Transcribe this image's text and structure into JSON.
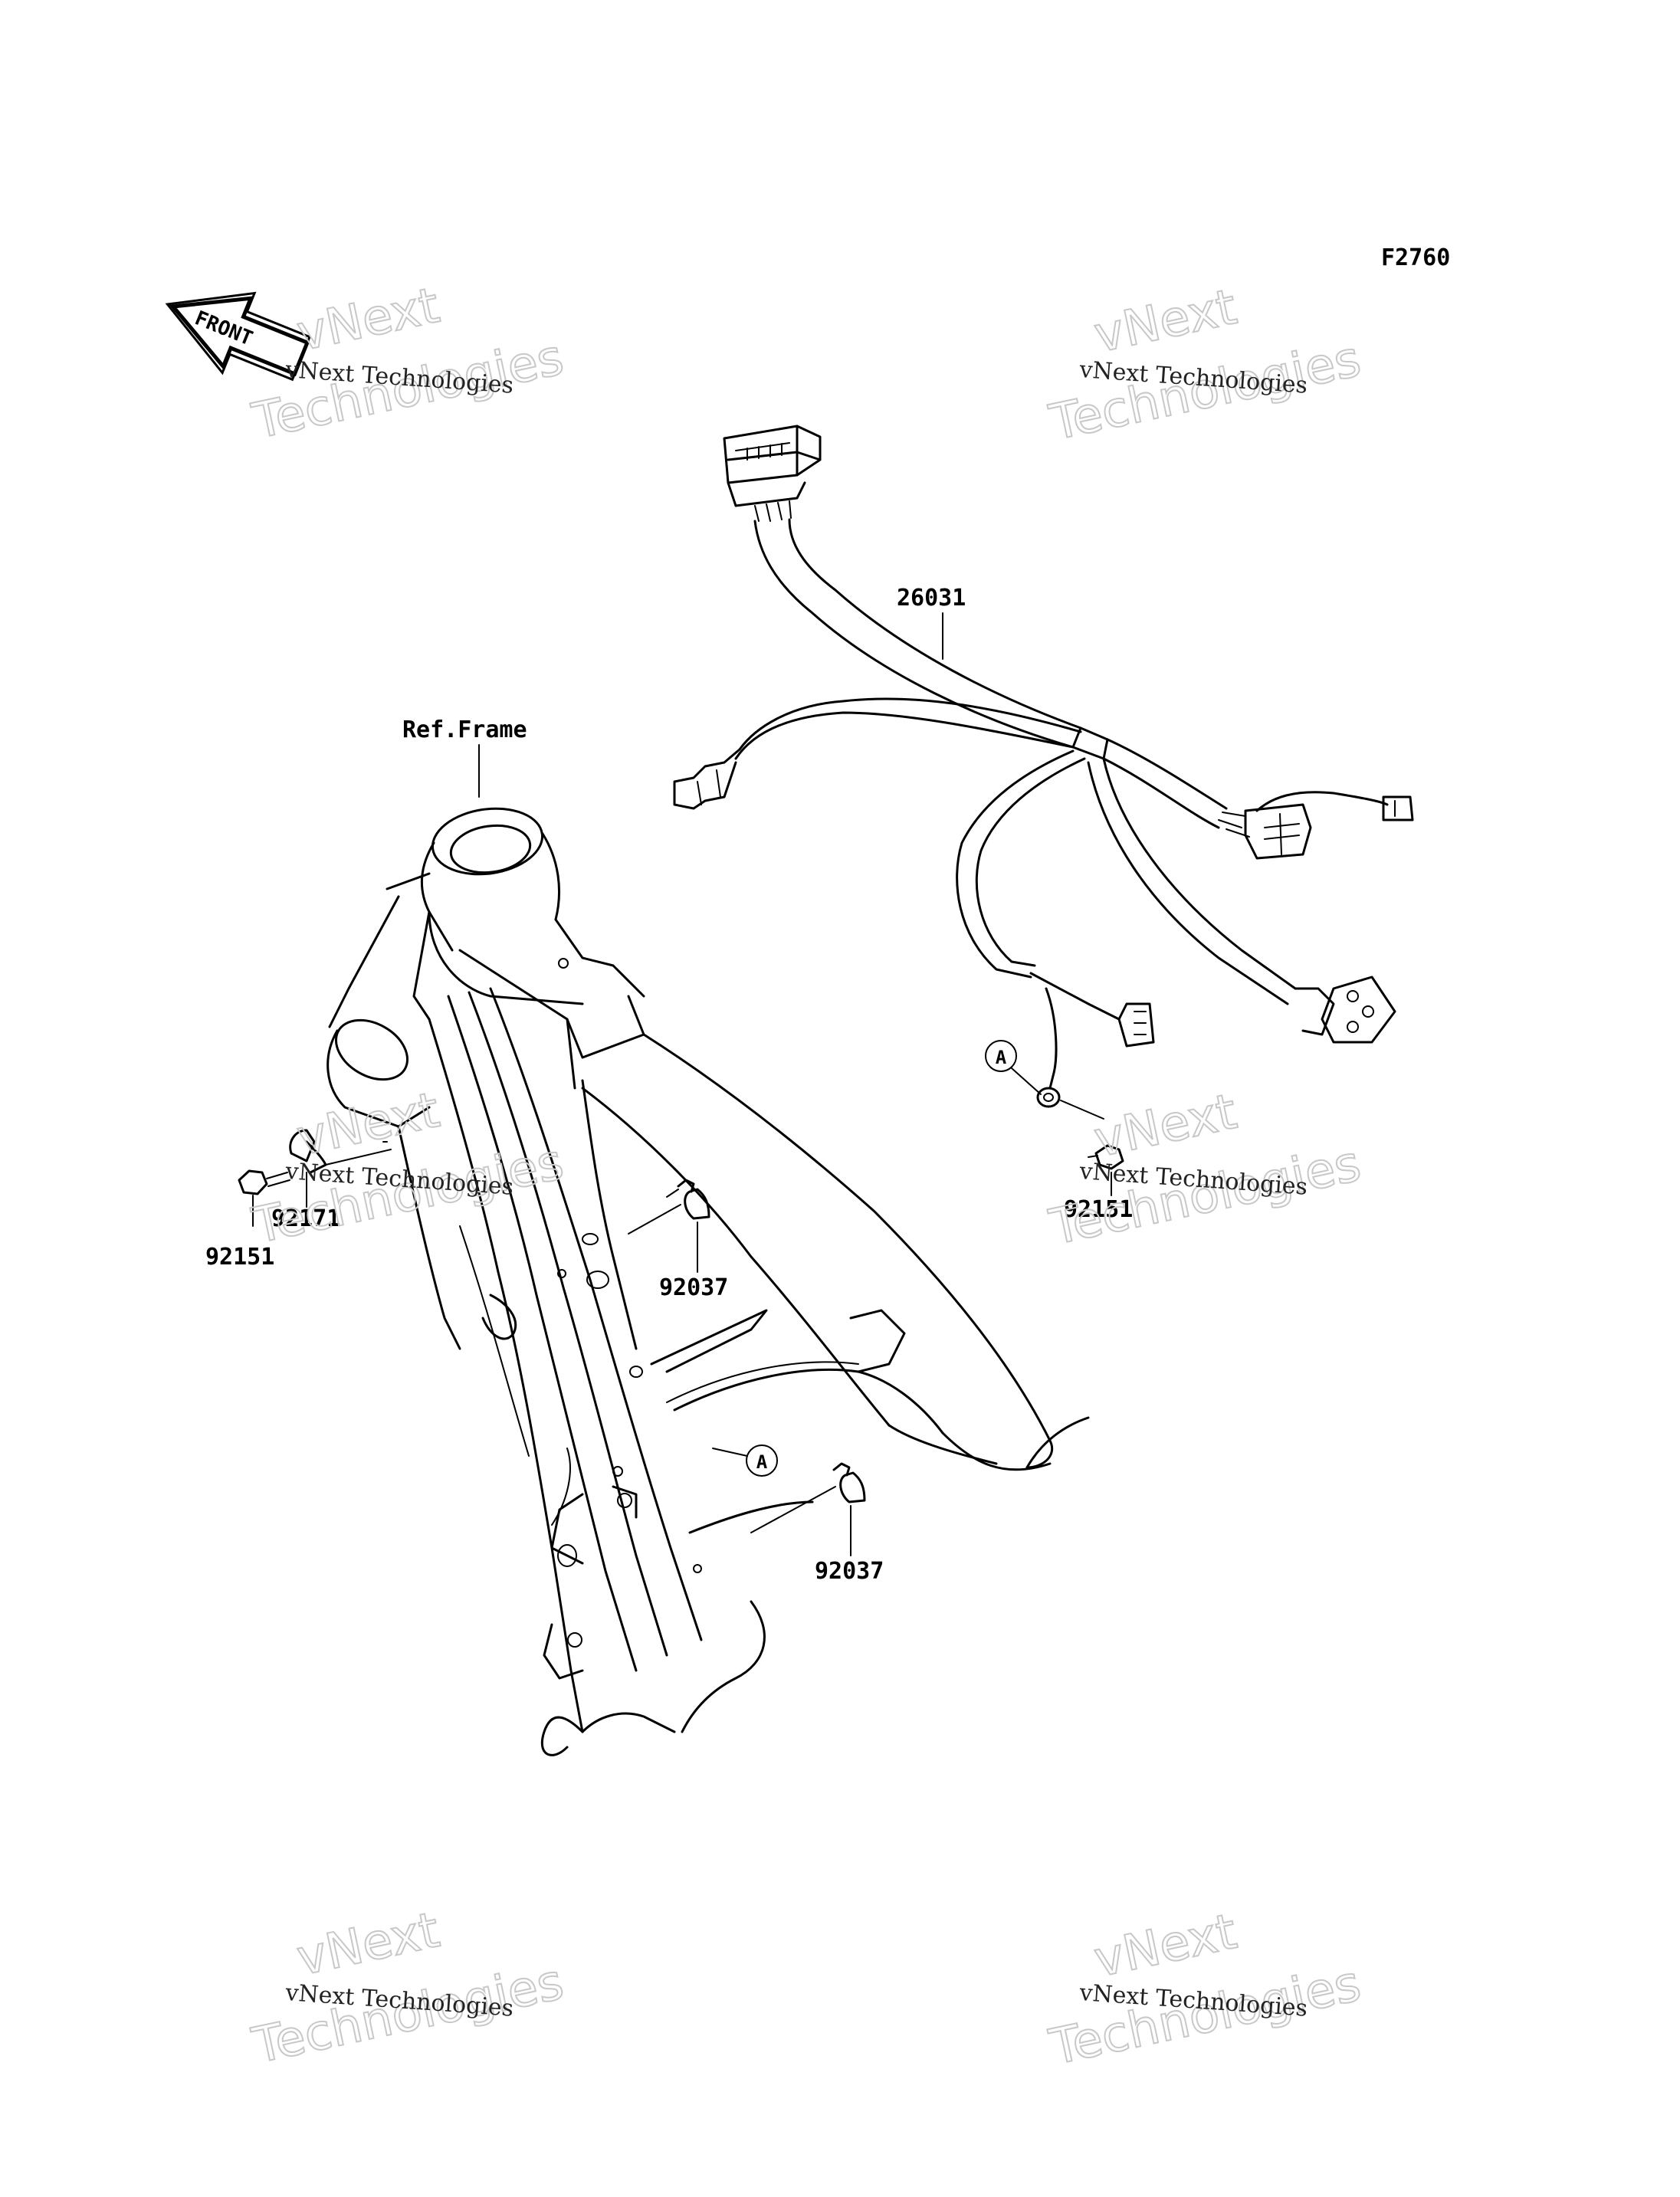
{
  "figure_code": "F2760",
  "front_label": "FRONT",
  "ref_frame_label": "Ref.Frame",
  "ref_marker": "A",
  "parts": {
    "harness": "26031",
    "bolt_left": "92151",
    "clamp_left": "92171",
    "bolt_right": "92151",
    "clamp_upper": "92037",
    "clamp_lower": "92037"
  },
  "watermark": {
    "line_small": "vNext Technologies",
    "line_top": "vNext",
    "line_bottom": "Technologies"
  },
  "icons": {
    "front_arrow": "front-arrow-icon",
    "connector": "connector-icon",
    "bolt": "bolt-icon",
    "clamp": "clamp-icon"
  },
  "colors": {
    "ink": "#000000",
    "watermark": "#c8c8c8",
    "background": "#ffffff"
  }
}
